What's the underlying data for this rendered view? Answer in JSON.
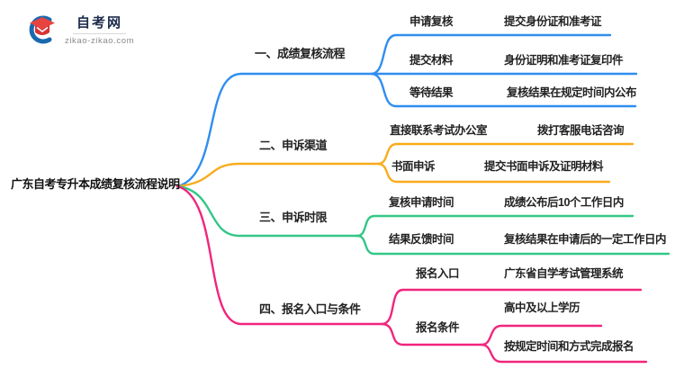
{
  "logo": {
    "title": "自考网",
    "domain": "zikao-zikao.com",
    "icon_red": "#E8433E",
    "icon_red_dark": "#D63434",
    "icon_blue": "#1A69AE"
  },
  "root": {
    "label": "广东自考专升本成绩复核流程说明"
  },
  "branches": [
    {
      "label": "一、成绩复核流程",
      "color": "#2F8EF0",
      "children": [
        {
          "label": "申请复核",
          "detail": "提交身份证和准考证"
        },
        {
          "label": "提交材料",
          "detail": "身份证明和准考证复印件"
        },
        {
          "label": "等待结果",
          "detail": "复核结果在规定时间内公布"
        }
      ]
    },
    {
      "label": "二、申诉渠道",
      "color": "#F9AC1C",
      "children": [
        {
          "label": "直接联系考试办公室",
          "detail": "拨打客服电话咨询"
        },
        {
          "label": "书面申诉",
          "detail": "提交书面申诉及证明材料"
        }
      ]
    },
    {
      "label": "三、申诉时限",
      "color": "#33C787",
      "children": [
        {
          "label": "复核申请时间",
          "detail": "成绩公布后10个工作日内"
        },
        {
          "label": "结果反馈时间",
          "detail": "复核结果在申请后的一定工作日内"
        }
      ]
    },
    {
      "label": "四、报名入口与条件",
      "color": "#F1257D",
      "children": [
        {
          "label": "报名入口",
          "detail": "广东省自学考试管理系统"
        },
        {
          "label": "报名条件",
          "details": [
            "高中及以上学历",
            "按规定时间和方式完成报名"
          ]
        }
      ]
    }
  ]
}
